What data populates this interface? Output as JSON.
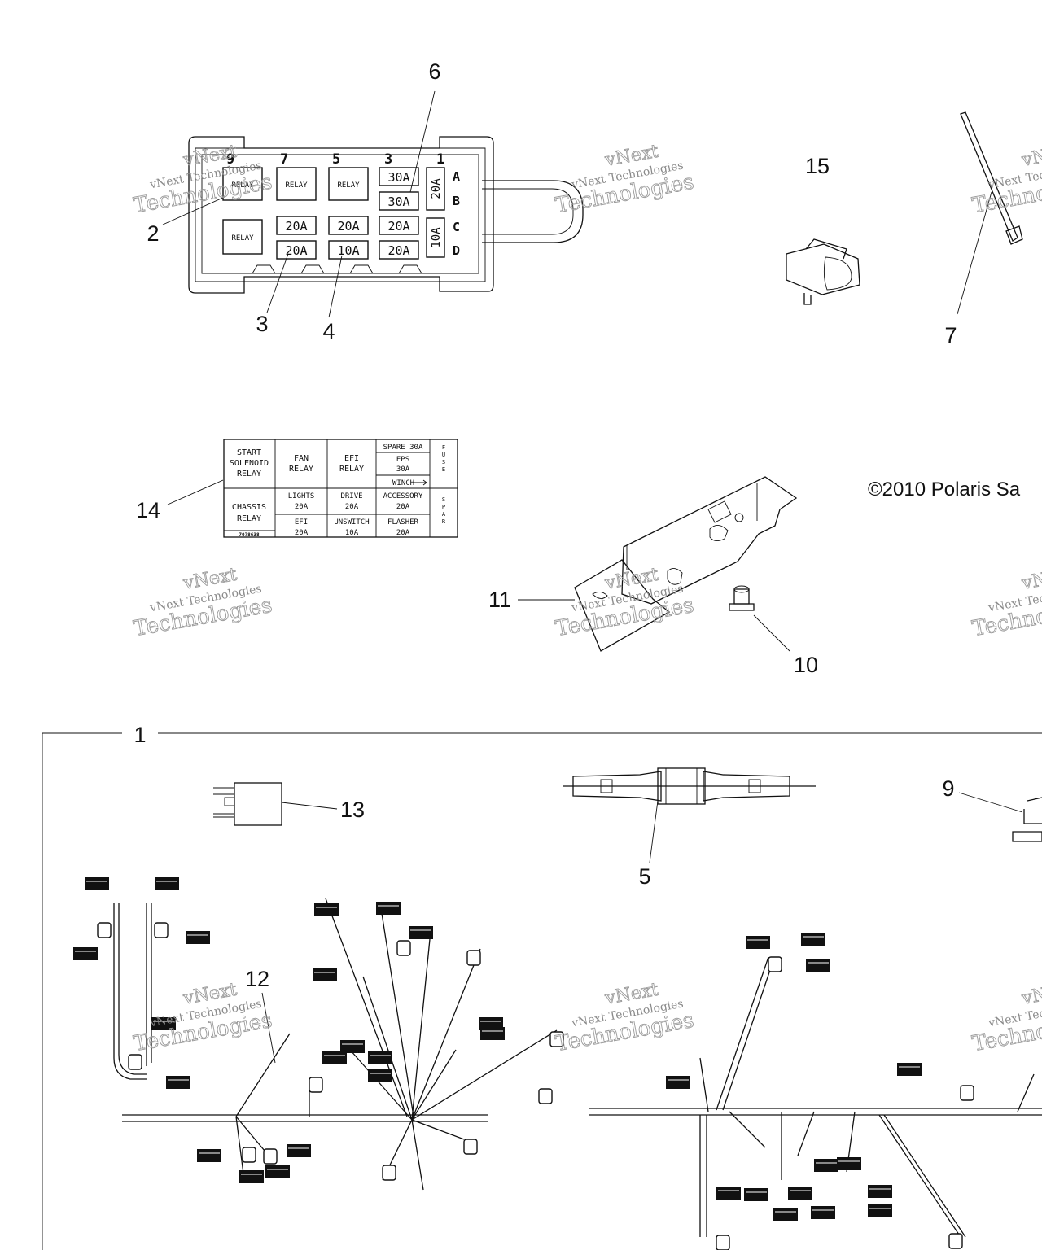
{
  "copyright": "©2010 Polaris Sa",
  "callouts": {
    "c1": "1",
    "c2": "2",
    "c3": "3",
    "c4": "4",
    "c5": "5",
    "c6": "6",
    "c7": "7",
    "c9": "9",
    "c10": "10",
    "c11": "11",
    "c12": "12",
    "c13": "13",
    "c14": "14",
    "c15": "15"
  },
  "fusebox": {
    "top_numbers": [
      "9",
      "7",
      "5",
      "3",
      "1"
    ],
    "row_letters": [
      "A",
      "B",
      "C",
      "D"
    ],
    "relay": "RELAY",
    "fuses": {
      "a": "30A",
      "b": "30A",
      "side_ab": "20A",
      "c1": "20A",
      "c2": "20A",
      "c3": "20A",
      "side_cd": "10A",
      "d1": "20A",
      "d2": "10A",
      "d3": "20A"
    }
  },
  "legend": {
    "start1": "START",
    "start2": "SOLENOID",
    "start3": "RELAY",
    "fan1": "FAN",
    "fan2": "RELAY",
    "efi1": "EFI",
    "efi2": "RELAY",
    "spare": "SPARE 30A",
    "eps1": "EPS",
    "eps2": "30A",
    "winch": "WINCH",
    "chassis1": "CHASSIS",
    "chassis2": "RELAY",
    "lights1": "LIGHTS",
    "lights2": "20A",
    "drive1": "DRIVE",
    "drive2": "20A",
    "acc1": "ACCESSORY",
    "acc2": "20A",
    "efi_b1": "EFI",
    "efi_b2": "20A",
    "unsw1": "UNSWITCH",
    "unsw2": "10A",
    "flash1": "FLASHER",
    "flash2": "20A",
    "side1": "F\nU\nS\nE",
    "side2": "S\nP\nA\nR",
    "partno": "7078638"
  },
  "watermark": {
    "line1": "vNext",
    "line2": "vNext Technologies",
    "line3": "Technologies"
  }
}
